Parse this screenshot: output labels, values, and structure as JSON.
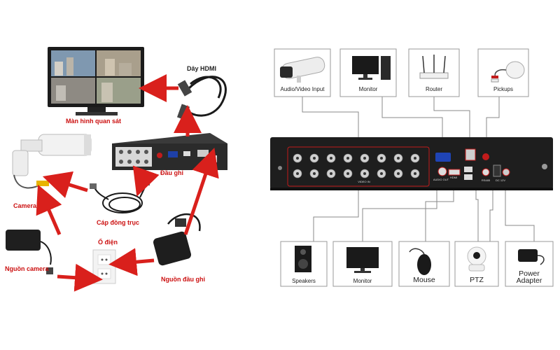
{
  "left_diagram": {
    "labels": {
      "monitor": "Màn hình quan sát",
      "hdmi": "Dây HDMI",
      "dvr": "Đầu ghi",
      "camera": "Camera",
      "cable": "Cáp đồng trục",
      "outlet": "Ổ điện",
      "camera_power": "Nguồn camera",
      "dvr_power": "Nguồn đầu ghi"
    },
    "arrow_color": "#d9201c"
  },
  "right_diagram": {
    "top_devices": [
      "Audio/Video Input",
      "Monitor",
      "Router",
      "Pickups"
    ],
    "bottom_devices": [
      "Speakers",
      "Monitor",
      "Mouse",
      "PTZ",
      "Power\nAdapter"
    ],
    "dvr_labels": {
      "video_in": "VIDEO IN",
      "audio_out": "AUDIO OUT",
      "hdmi": "HDMI",
      "rs485": "RS485",
      "dc": "DC 12V"
    }
  }
}
